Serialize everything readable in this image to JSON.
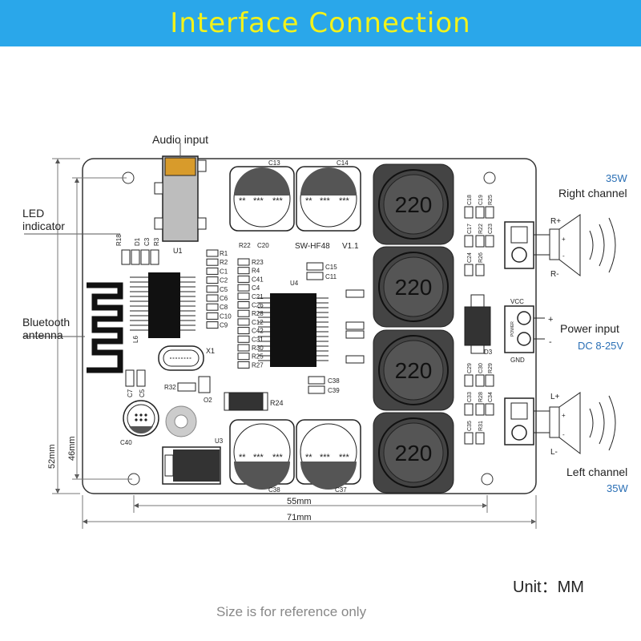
{
  "header": {
    "title": "Interface Connection"
  },
  "labels": {
    "audio_input": "Audio input",
    "led_indicator": "LED\nindicator",
    "bluetooth_antenna": "Bluetooth\nantenna",
    "right_power": "35W",
    "right_channel": "Right channel",
    "power_input": "Power input",
    "dc_range": "DC 8-25V",
    "left_channel": "Left channel",
    "left_power": "35W"
  },
  "terminals": {
    "r_plus": "R+",
    "r_minus": "R-",
    "vcc": "VCC",
    "gnd": "GND",
    "l_plus": "L+",
    "l_minus": "L-",
    "plus": "+",
    "minus": "-",
    "power_mark": "POWER"
  },
  "board": {
    "model": "SW-HF48",
    "version": "V1.1",
    "inductor_value": "220",
    "components": {
      "c13": "C13",
      "c14": "C14",
      "c37": "C37",
      "c38": "C38",
      "c40": "C40",
      "u1": "U1",
      "u3": "U3",
      "u4": "U4",
      "x1": "X1",
      "d3": "D3",
      "o2": "O2",
      "r22": "R22",
      "c20": "C20",
      "r24": "R24",
      "r32": "R32",
      "l6": "L6",
      "c15": "C15",
      "c11": "C11",
      "c38b": "C38",
      "c39": "C39",
      "r18": "R18",
      "d1": "D1",
      "c3": "C3",
      "r3": "R3",
      "c7": "C7",
      "c5": "C5"
    },
    "left_column": [
      "R1",
      "R2",
      "C1",
      "C2",
      "C5",
      "C6",
      "C8",
      "C10",
      "C9"
    ],
    "mid_column": [
      "R23",
      "R4",
      "C41",
      "C4",
      "C21",
      "C26",
      "R28",
      "C12",
      "C42",
      "C31",
      "R30",
      "R25",
      "R27"
    ],
    "right_group_top": [
      "C18",
      "C19",
      "R25",
      "C17",
      "R22",
      "C23",
      "C24",
      "R26"
    ],
    "right_group_bottom": [
      "C29",
      "C30",
      "R29",
      "C33",
      "R28",
      "C34",
      "C35",
      "R31"
    ],
    "cap_marks": [
      "**",
      "***",
      "***"
    ]
  },
  "dimensions": {
    "width_inner": "55mm",
    "width_outer": "71mm",
    "height_inner": "46mm",
    "height_outer": "52mm"
  },
  "footer": {
    "unit": "Unit：MM",
    "note": "Size is for reference only"
  },
  "colors": {
    "banner": "#2aa7ea",
    "banner_text": "#f3f21a",
    "accent_blue": "#2a6fb5"
  }
}
